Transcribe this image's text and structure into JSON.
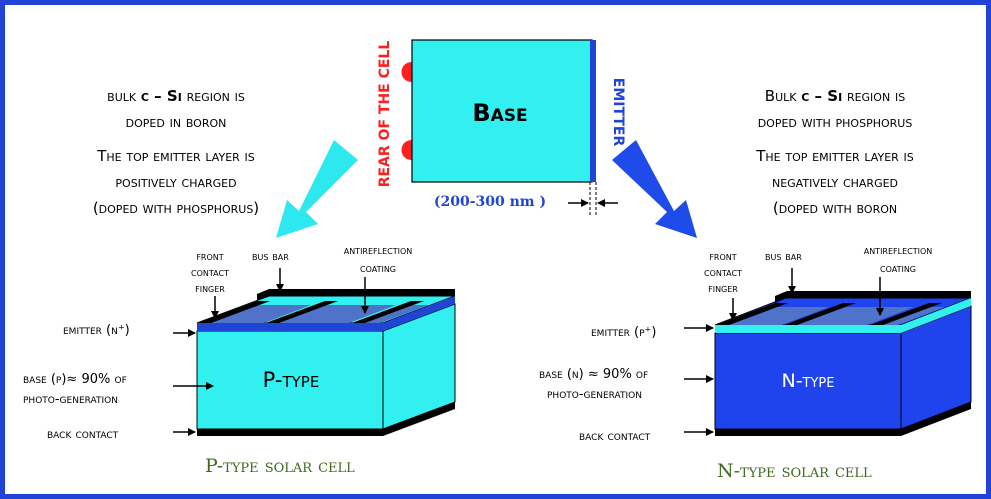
{
  "colors": {
    "border": "#1f44d6",
    "base_cyan": "#33f0f0",
    "emitter_blue": "#1f44d6",
    "ntype_blue": "#1f44ee",
    "finger_blue": "#4f73c8",
    "contact_red": "#ff1f1f",
    "arrow_cyan": "#2ee8f0",
    "arrow_blue": "#1f4bea",
    "caption_green": "#3f6a1e",
    "label_red": "#ff1f1f",
    "label_blue": "#1f44d6"
  },
  "top_diagram": {
    "base_label": "Base",
    "rear_label": "REAR OF THE CELL",
    "emitter_label": "EMITTER",
    "thickness_label": "(200-300 nm )"
  },
  "left_text": {
    "line1a": "bulk ",
    "line1b": "c – Si",
    "line1c": " region is",
    "line2": "doped in boron",
    "line3": "The top emitter layer is",
    "line4": "positively charged",
    "line5": "(doped with phosphorus)"
  },
  "right_text": {
    "line1a": "Bulk ",
    "line1b": "c – Si",
    "line1c": " region is",
    "line2": "doped with phosphorus",
    "line3": "The top emitter layer is",
    "line4": "negatively charged",
    "line5": "(doped with boron"
  },
  "left_cell": {
    "front_contact_1": "front",
    "front_contact_2": "contact",
    "front_contact_3": "finger",
    "bus_bar": "bus bar",
    "antireflection_1": "antireflection",
    "antireflection_2": "coating",
    "emitter": "emitter (n⁺)",
    "base_1": "base (p)≈ 90% of",
    "base_2": "photo-generation",
    "back_contact": "back contact",
    "type_label": "P-type",
    "caption": "P-type solar cell"
  },
  "right_cell": {
    "front_contact_1": "front",
    "front_contact_2": "contact",
    "front_contact_3": "finger",
    "bus_bar": "bus bar",
    "antireflection_1": "antireflection",
    "antireflection_2": "coating",
    "emitter": "emitter (p⁺)",
    "base_1": "base (n) ≈ 90% of",
    "base_2": "photo-generation",
    "back_contact": "back contact",
    "type_label": "N-type",
    "caption": "N-type solar cell"
  }
}
